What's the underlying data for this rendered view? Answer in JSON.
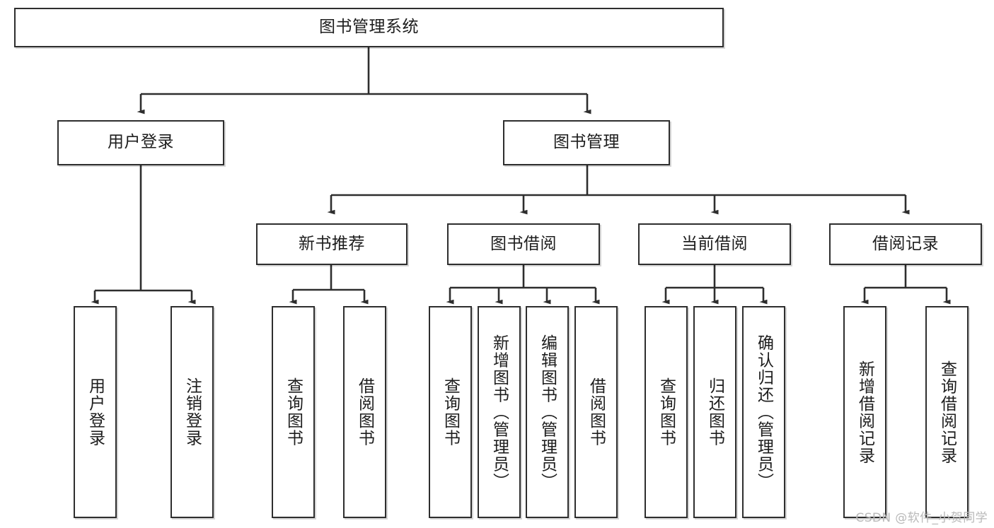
{
  "diagram": {
    "title": "图书管理系统",
    "type": "tree",
    "watermark": "CSDN @软件_小贺同学",
    "colors": {
      "stroke": "#2e2e2e",
      "fill": "#ffffff",
      "text": "#1d1d1d",
      "watermark": "#b9b9b9"
    },
    "nodes": {
      "root": {
        "label": "图书管理系统"
      },
      "level2": [
        {
          "label": "用户登录"
        },
        {
          "label": "图书管理"
        }
      ],
      "level3": [
        {
          "label": "新书推荐"
        },
        {
          "label": "图书借阅"
        },
        {
          "label": "当前借阅"
        },
        {
          "label": "借阅记录"
        }
      ],
      "leaves": {
        "user_login": [
          {
            "label": "用户登录"
          },
          {
            "label": "注销登录"
          }
        ],
        "new_book": [
          {
            "label": "查询图书"
          },
          {
            "label": "借阅图书"
          }
        ],
        "book_borrow": [
          {
            "label": "查询图书"
          },
          {
            "label": "新增图书（管理员）"
          },
          {
            "label": "编辑图书（管理员）"
          },
          {
            "label": "借阅图书"
          }
        ],
        "current_borrow": [
          {
            "label": "查询图书"
          },
          {
            "label": "归还图书"
          },
          {
            "label": "确认归还（管理员）"
          }
        ],
        "borrow_record": [
          {
            "label": "新增借阅记录"
          },
          {
            "label": "查询借阅记录"
          }
        ]
      }
    }
  }
}
